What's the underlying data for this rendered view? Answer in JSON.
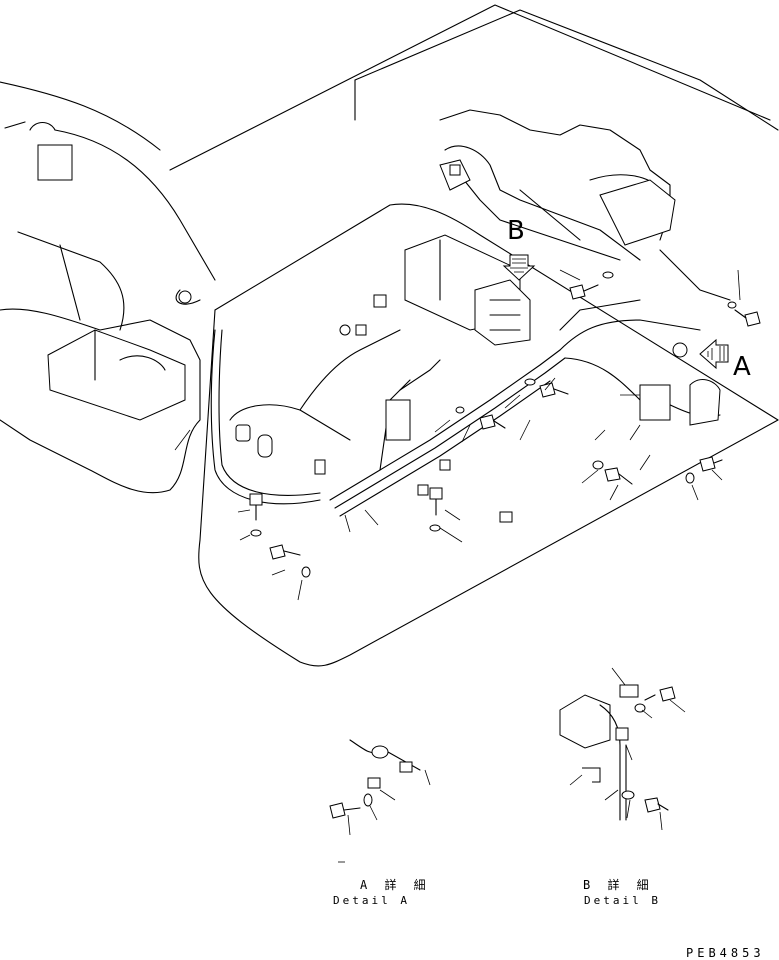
{
  "callouts": {
    "a": "A",
    "b": "B"
  },
  "details": {
    "a_jp": "A 詳 細",
    "a_en": "Detail A",
    "b_jp": "B 詳 細",
    "b_en": "Detail B"
  },
  "drawing_code": "PEB4853"
}
